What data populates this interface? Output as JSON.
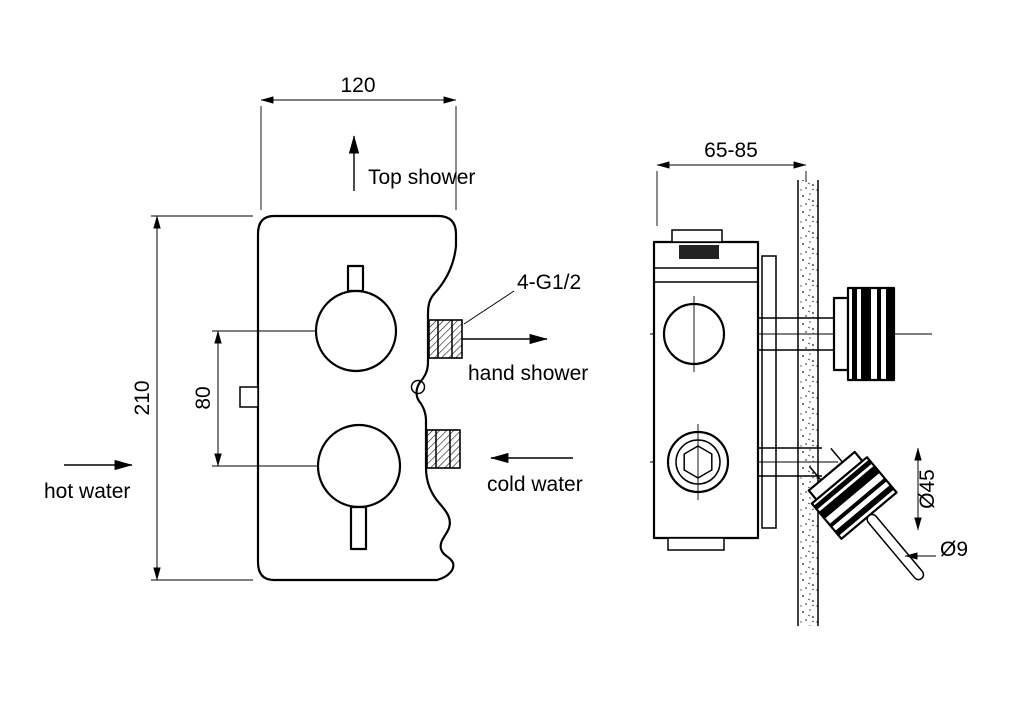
{
  "drawing": {
    "front_view": {
      "dim_width": "120",
      "dim_height": "210",
      "dim_handle_spacing": "80",
      "top_shower_label": "Top shower",
      "hot_water_label": "hot water",
      "hand_shower_label": "hand shower",
      "cold_water_label": "cold water",
      "thread_label": "4-G1/2"
    },
    "side_view": {
      "dim_depth_range": "65-85",
      "dim_knob_diameter": "Ø45",
      "dim_rod_diameter": "Ø9"
    },
    "colors": {
      "line_color": "#000000",
      "background": "#ffffff"
    }
  }
}
